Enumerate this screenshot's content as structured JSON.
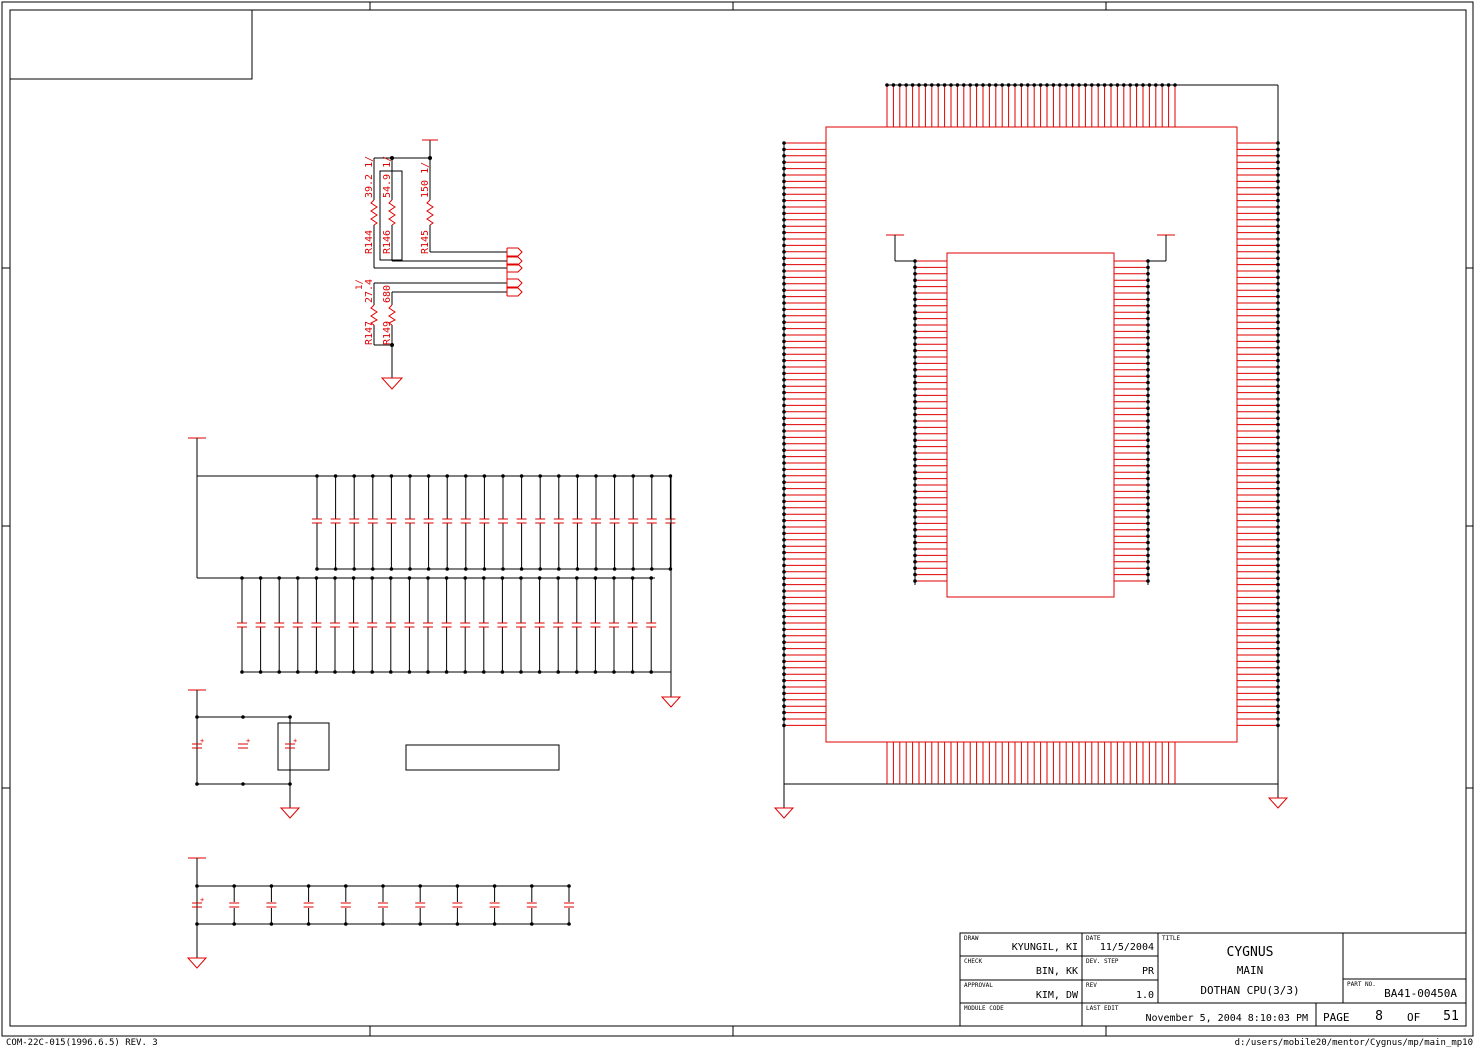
{
  "colors": {
    "wire": "#000000",
    "part": "#e00000",
    "background": "#ffffff"
  },
  "resistors": {
    "r144": {
      "ref": "R144",
      "value": "39.2 1/"
    },
    "r146": {
      "ref": "R146",
      "value": "54.9 1/"
    },
    "r145": {
      "ref": "R145",
      "value": "150 1/"
    },
    "r147": {
      "ref": "R147",
      "value": "27.4",
      "frac": "1/"
    },
    "r149": {
      "ref": "R149",
      "value": "680"
    }
  },
  "title_block": {
    "draw_label": "DRAW",
    "draw_value": "KYUNGIL, KI",
    "check_label": "CHECK",
    "check_value": "BIN, KK",
    "approval_label": "APPROVAL",
    "approval_value": "KIM, DW",
    "module_label": "MODULE CODE",
    "date_label": "DATE",
    "date_value": "11/5/2004",
    "devstep_label": "DEV. STEP",
    "devstep_value": "PR",
    "rev_label": "REV",
    "rev_value": "1.0",
    "lastedit_label": "LAST EDIT",
    "lastedit_value": "November 5, 2004  8:10:03 PM",
    "title_label": "TITLE",
    "title_line1": "CYGNUS",
    "title_line2": "MAIN",
    "title_line3": "DOTHAN CPU(3/3)",
    "partno_label": "PART NO.",
    "partno_value": "BA41-00450A",
    "page_label": "PAGE",
    "page_value": "8",
    "of_label": "OF",
    "of_value": "51"
  },
  "footer": {
    "left": "COM-22C-015(1996.6.5) REV. 3",
    "right": "d:/users/mobile20/mentor/Cygnus/mp/main_mp10"
  }
}
